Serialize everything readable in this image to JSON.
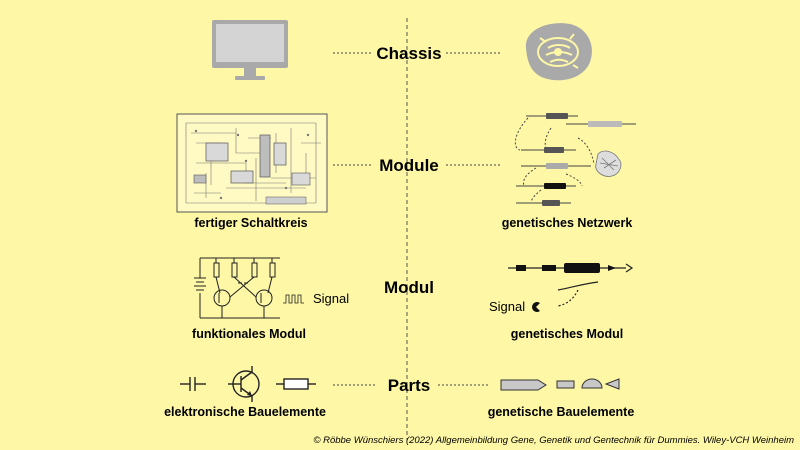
{
  "levels": {
    "chassis": "Chassis",
    "module": "Module",
    "modul": "Modul",
    "parts": "Parts"
  },
  "captions": {
    "fertiger_schaltkreis": "fertiger Schaltkreis",
    "genetisches_netzwerk": "genetisches Netzwerk",
    "funktionales_modul": "funktionales Modul",
    "genetisches_modul": "genetisches Modul",
    "elektronische_bauelemente": "elektronische Bauelemente",
    "genetische_bauelemente": "genetische Bauelemente"
  },
  "signal_labels": {
    "left": "Signal",
    "right": "Signal"
  },
  "footer": "© Röbbe Wünschiers (2022) Allgemeinbildung Gene, Genetik und Gentechnik für Dummies. Wiley-VCH Weinheim",
  "colors": {
    "background": "#fdf7a6",
    "icon_gray": "#a9a9a9",
    "line": "#333333"
  }
}
